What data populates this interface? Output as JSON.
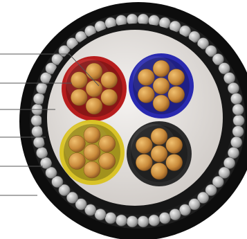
{
  "figure": {
    "colors": {
      "background": "#ffffff",
      "outer_sheath": "#0d0d0d",
      "armour_wire": "#b8b8b8",
      "inner_sheath": "#161616",
      "filler": "#e6e2de",
      "insulation": [
        "#b81e1e",
        "#2a2ab0",
        "#d9c327",
        "#2b2b2b"
      ],
      "copper_strand": "#c98a3a",
      "leader_line": "#555555"
    },
    "cores": [
      {
        "insulation_color": "#b81e1e",
        "strand_count": 7
      },
      {
        "insulation_color": "#2a2ab0",
        "strand_count": 7
      },
      {
        "insulation_color": "#d9c327",
        "strand_count": 7
      },
      {
        "insulation_color": "#2b2b2b",
        "strand_count": 7
      }
    ],
    "armour_wire_count": 58,
    "leader_line_count": 6
  }
}
